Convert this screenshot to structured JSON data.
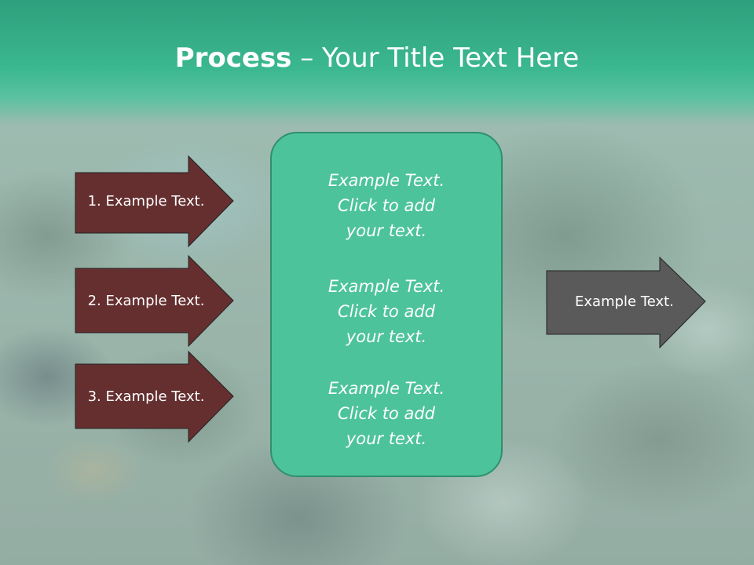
{
  "title": {
    "bold": "Process",
    "rest": " – Your Title Text Here"
  },
  "left_steps": [
    {
      "label": "1. Example Text."
    },
    {
      "label": "2. Example Text."
    },
    {
      "label": "3. Example Text."
    }
  ],
  "center_box": {
    "paragraphs": [
      {
        "line1": "Example Text.",
        "line2": "Click  to add",
        "line3": "your text."
      },
      {
        "line1": "Example Text.",
        "line2": "Click  to add",
        "line3": "your text."
      },
      {
        "line1": "Example Text.",
        "line2": "Click  to add",
        "line3": "your text."
      }
    ]
  },
  "output_arrow": {
    "label": "Example Text."
  },
  "colors": {
    "title_band": "#3bb88f",
    "step_arrow_fill": "#652f30",
    "center_box_fill": "#4cc39b",
    "output_arrow_fill": "#5a5a5a"
  }
}
